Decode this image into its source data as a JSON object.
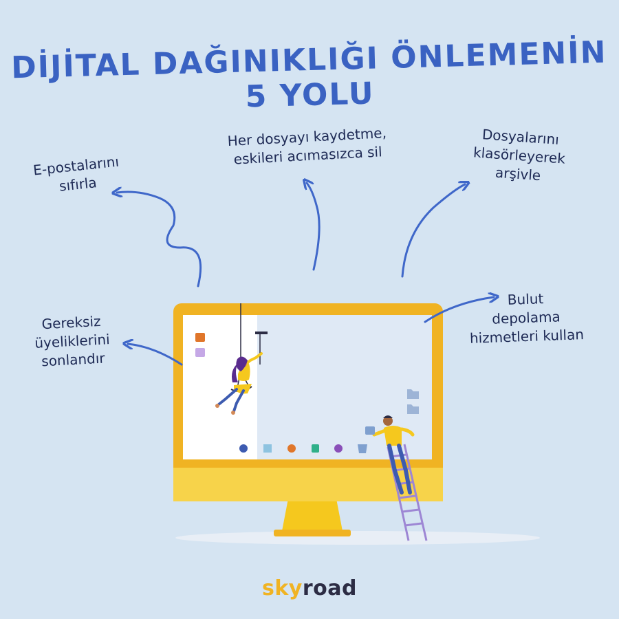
{
  "title": "DİJİTAL DAĞINIKLIĞI ÖNLEMENİN 5 YOLU",
  "tips": {
    "email": [
      "E-postalarını",
      "sıfırla"
    ],
    "save": [
      "Her dosyayı kaydetme,",
      "eskileri acımasızca sil"
    ],
    "archive": [
      "Dosyalarını",
      "klasörleyerek",
      "arşivle"
    ],
    "unsubscribe": [
      "Gereksiz",
      "üyeliklerini",
      "sonlandır"
    ],
    "cloud": [
      "Bulut",
      "depolama",
      "hizmetleri kullan"
    ]
  },
  "logo": {
    "part1": "sky",
    "part2": "road"
  },
  "colors": {
    "background": "#d5e4f2",
    "title": "#3a62c2",
    "arrow": "#3f67c9",
    "monitor_frame": "#f0b323",
    "monitor_chin": "#f7d34a",
    "screen": "#dfe9f5",
    "logo_accent": "#f0b323",
    "logo_dark": "#2c2c44"
  },
  "icons": [
    "folder-icon",
    "trash-icon",
    "ladder-icon",
    "swing-icon"
  ]
}
